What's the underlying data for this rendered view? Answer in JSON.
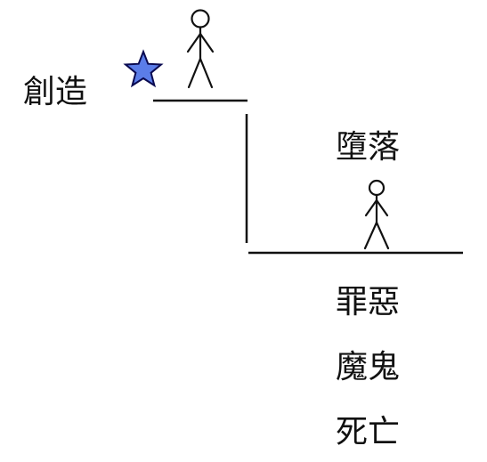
{
  "labels": {
    "creation": "創造",
    "fall": "墮落",
    "sin": "罪惡",
    "devil": "魔鬼",
    "death": "死亡"
  },
  "icons": {
    "star": "star-icon",
    "upper_figure": "stick-figure-icon",
    "lower_figure": "stick-figure-icon"
  },
  "colors": {
    "star_fill": "#5b7de8",
    "star_stroke": "#0a0a50",
    "line": "#111111"
  }
}
